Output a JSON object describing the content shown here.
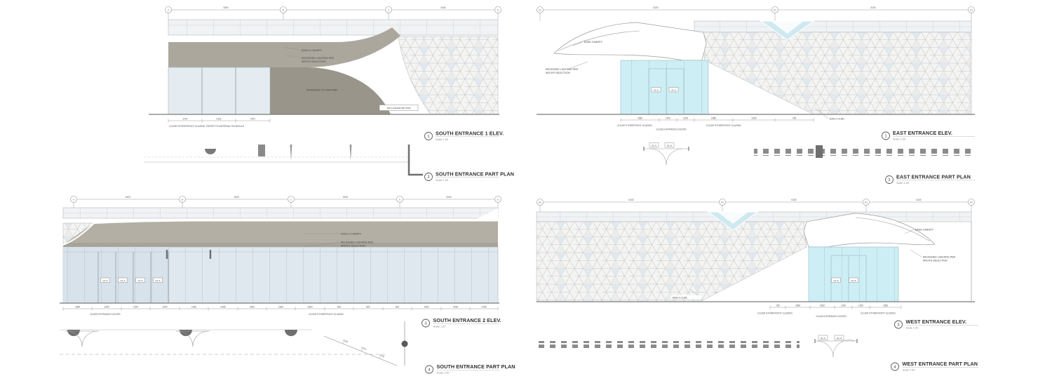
{
  "sheet": {
    "background": "#ffffff"
  },
  "colors": {
    "canopy": "#aba79d",
    "canopy_light": "#b3afa4",
    "entrance_recess": "#99958a",
    "glazing_blue": "#e4ebf1",
    "glazing_cyan": "#cdeef4",
    "hex_fill": "#f4f4f3",
    "hex_line": "#c5c7c9",
    "ground_line": "#7a7a7a"
  },
  "south1": {
    "grid": [
      "A",
      "B",
      "C",
      "D"
    ],
    "dims_top": [
      "3300",
      "6100"
    ],
    "dims_bottom": [
      "2767",
      "2101",
      "2767"
    ],
    "ann": {
      "canopy": "EASD-2 CANOPY",
      "lighting1": "RECESSED LIGHTING PER",
      "lighting2": "ARCH'S SELECTION",
      "entrance": "ENTRANCE TO CAR PARK",
      "wall": "WALL/GRADE BEYOND",
      "glazing_note": "CLEAR STOREFRONT GLAZING. REFER TO MATERIAL SCHEDULE"
    },
    "view": {
      "num": "1",
      "title": "SOUTH ENTRANCE 1 ELEV.",
      "scale": "Scale 1:50"
    },
    "plan": {
      "num": "2",
      "title": "SOUTH ENTRANCE PART PLAN",
      "scale": "Scale 1:50"
    }
  },
  "east": {
    "grid": [
      "P1",
      "P2",
      "P3"
    ],
    "dims_top": [
      "6100",
      "6100"
    ],
    "dims_bottom": [
      "2085",
      "1200",
      "1200",
      "2085",
      "2265",
      "765"
    ],
    "ann": {
      "canopy": "EASD CANOPY",
      "lighting1": "RECESSED LIGHTING PER",
      "lighting2": "ARCH'S SELECTION",
      "clad": "EAS-2 CLAD"
    },
    "labels": [
      "CLEAR STOREFRONT GLAZING",
      "GLASS ENTRANCE DOORS",
      "CLEAR STOREFRONT GLAZING"
    ],
    "badges": [
      "GL-6",
      "GL-6"
    ],
    "plan_badges": [
      "GL-6",
      "GL-6"
    ],
    "view": {
      "num": "1",
      "title": "EAST ENTRANCE ELEV.",
      "scale": "Scale 1:50"
    },
    "plan": {
      "num": "2",
      "title": "EAST ENTRANCE PART PLAN",
      "scale": "Scale 1:50"
    }
  },
  "south2": {
    "grid": [
      "A",
      "B",
      "C",
      "D",
      "E"
    ],
    "dims_top": [
      "6100",
      "6100",
      "6100",
      "6100"
    ],
    "dims_bottom": [
      "2285",
      "1200",
      "1200",
      "1200",
      "1200",
      "2285",
      "2300",
      "2300",
      "2300",
      "602",
      "602",
      "602",
      "2300",
      "2156",
      "2156"
    ],
    "ann": {
      "canopy": "EASD-2 CANOPY",
      "lighting1": "RECESSED LIGHTING PER",
      "lighting2": "ARCH'S SELECTION"
    },
    "labels": [
      "GLASS ENTRANCE DOORS",
      "CLEAR STOREFRONT GLAZING"
    ],
    "badges": [
      "GL-6",
      "GL-6",
      "GL-6",
      "GL-6"
    ],
    "plan_dims": [
      "2716",
      "2716",
      "2716"
    ],
    "view": {
      "num": "3",
      "title": "SOUTH ENTRANCE 2 ELEV.",
      "scale": "Scale 1:50"
    },
    "plan": {
      "num": "4",
      "title": "SOUTH ENTRANCE PART PLAN",
      "scale": "Scale 1:50"
    }
  },
  "west": {
    "grid": [
      "P1",
      "P2",
      "P3",
      "P4"
    ],
    "dims_top": [
      "6100",
      "6100",
      "6100"
    ],
    "dims_bottom": [
      "765",
      "2085",
      "2300",
      "1200",
      "1200",
      "2285"
    ],
    "ann": {
      "canopy": "EASD CANOPY",
      "lighting1": "RECESSED LIGHTING PER",
      "lighting2": "ARCH'S SELECTION",
      "clad": "EAS-2 CLAD"
    },
    "labels": [
      "CLEAR STOREFRONT GLAZING",
      "GLASS ENTRANCE DOORS",
      "CLEAR STOREFRONT GLAZING"
    ],
    "badges": [
      "GL-6",
      "GL-6"
    ],
    "plan_badges": [
      "GL-6",
      "GL-6"
    ],
    "view": {
      "num": "3",
      "title": "WEST ENTRANCE ELEV.",
      "scale": "Scale 1:50"
    },
    "plan": {
      "num": "4",
      "title": "WEST ENTRANCE PART PLAN",
      "scale": "Scale 1:50"
    }
  }
}
